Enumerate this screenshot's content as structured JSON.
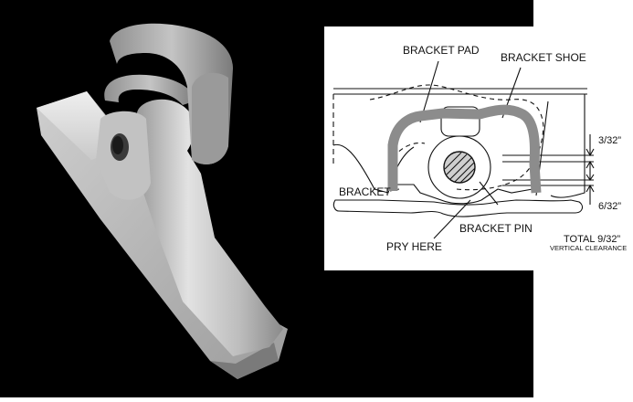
{
  "figure": {
    "labels": {
      "bracket_pad": "BRACKET PAD",
      "bracket_shoe": "BRACKET SHOE",
      "bracket": "BRACKET",
      "bracket_pin": "BRACKET PIN",
      "pry_here": "PRY HERE"
    },
    "measurements": {
      "upper": "3/32”",
      "lower": "6/32”",
      "total": "TOTAL  9/32”",
      "total_note": "VERTICAL CLEARANCE"
    }
  },
  "colors": {
    "background": "#000000",
    "diagram_bg": "#ffffff",
    "line": "#111111",
    "pad_fill": "#8c8c8c",
    "metal_light": "#d8d8d8",
    "metal_dark": "#7a7a7a"
  }
}
